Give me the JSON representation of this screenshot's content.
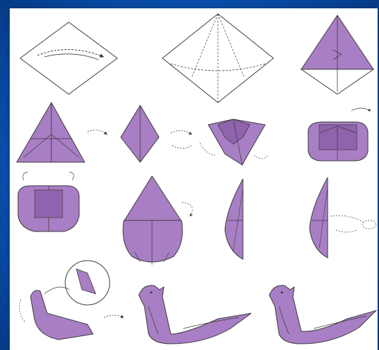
{
  "diagram": {
    "colors": {
      "paper_colored": "#a87ec4",
      "paper_colored_dark": "#8f63ad",
      "paper_white": "#ffffff",
      "line": "#3b3b3b",
      "background_blue": "#0b56b8"
    },
    "steps": [
      {
        "shape": "square-diamond-with-fold-arrow"
      },
      {
        "shape": "square-diamond-with-crease-lines"
      },
      {
        "shape": "kite-half-colored"
      },
      {
        "shape": "triangle-with-folded-flaps"
      },
      {
        "shape": "narrow-kite"
      },
      {
        "shape": "pentagon-with-flaps"
      },
      {
        "shape": "rounded-base-with-flaps"
      },
      {
        "shape": "round-body-with-tabs"
      },
      {
        "shape": "teardrop-body"
      },
      {
        "shape": "half-teardrop"
      },
      {
        "shape": "half-teardrop-with-arrow"
      },
      {
        "shape": "bird-body-with-inset-detail"
      },
      {
        "shape": "finished-dove-sitting"
      },
      {
        "shape": "finished-dove-final"
      }
    ]
  }
}
